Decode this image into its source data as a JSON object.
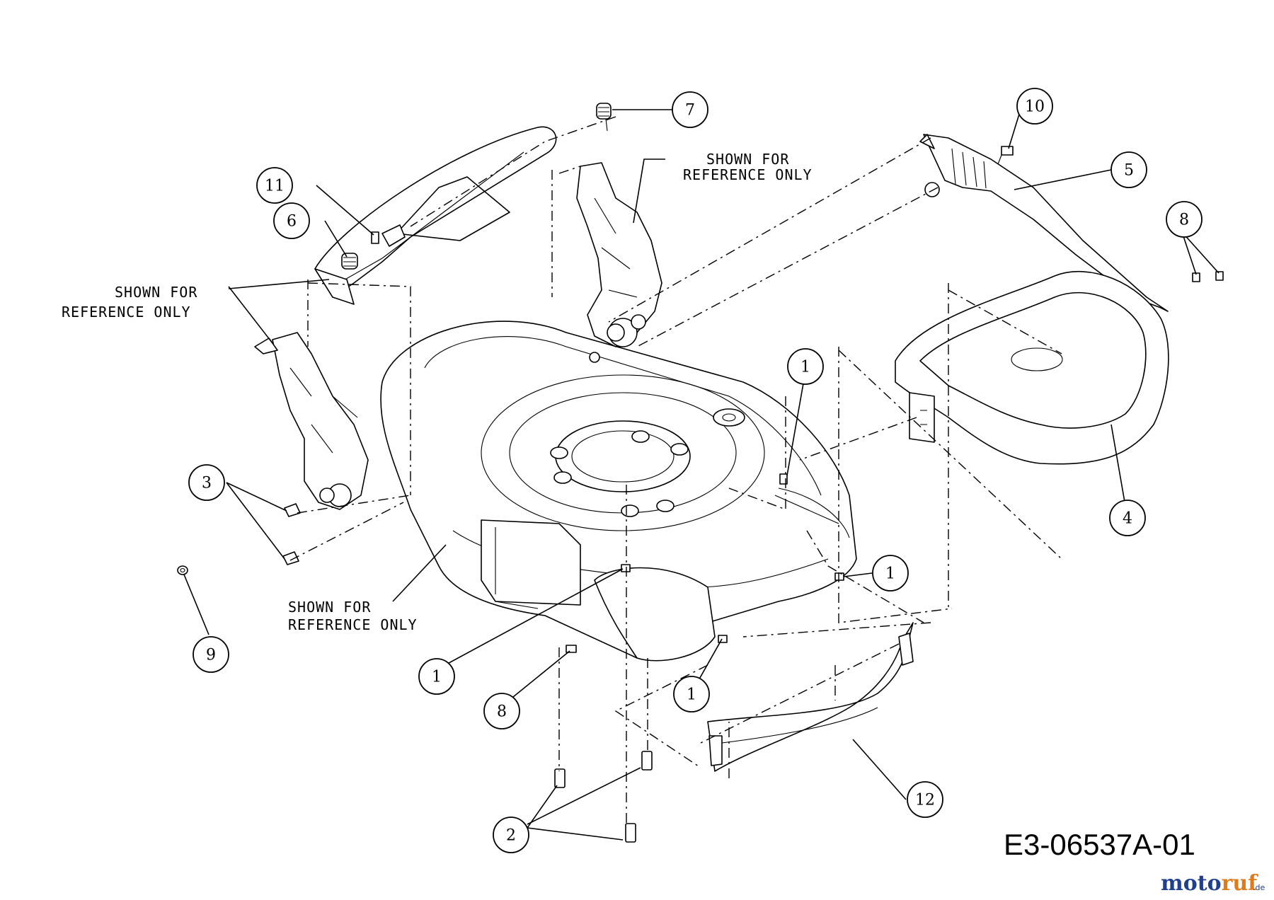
{
  "callouts": {
    "c1a": "1",
    "c1b": "1",
    "c1c": "1",
    "c1d": "1",
    "c2": "2",
    "c3": "3",
    "c4": "4",
    "c5": "5",
    "c6": "6",
    "c7": "7",
    "c8a": "8",
    "c8b": "8",
    "c9": "9",
    "c10": "10",
    "c11": "11",
    "c12": "12"
  },
  "notes": {
    "line1": "SHOWN FOR",
    "line2": "REFERENCE ONLY"
  },
  "drawing_id": "E3-06537A-01",
  "watermark": {
    "brand": "motoruf",
    "suffix": ".de",
    "colors": {
      "blue": "#1f3f8f",
      "orange": "#e07b1a"
    }
  }
}
